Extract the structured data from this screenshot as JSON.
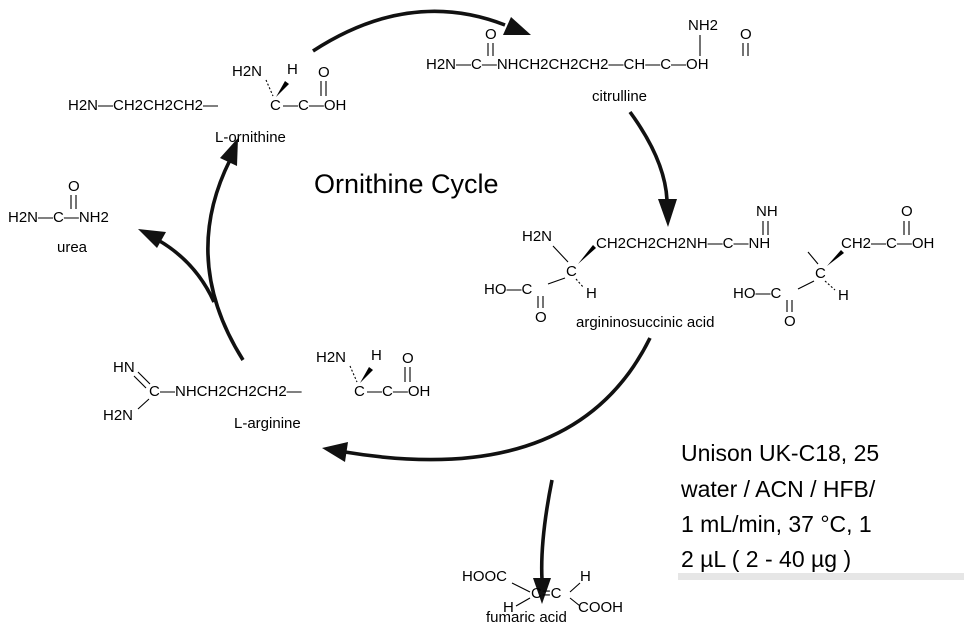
{
  "title": "Ornithine Cycle",
  "compounds": {
    "ornithine": {
      "main_chain": "H2N—CH2CH2CH2—",
      "alpha_c": "C",
      "tail": "—C—OH",
      "amino": "H2N",
      "h": "H",
      "oxo": "O",
      "name": "L-ornithine"
    },
    "citrulline": {
      "main_chain": "H2N—C—NHCH2CH2CH2—CH—C—OH",
      "oxo": "O",
      "amino": "NH2",
      "name": "citrulline"
    },
    "argininosuccinic": {
      "chain": "CH2CH2CH2NH—C—NH",
      "imine": "NH",
      "right_chain": "CH2—C—OH",
      "oxo": "O",
      "amino": "H2N",
      "left_alpha_c": "C",
      "left_h": "H",
      "carboxyl_ho": "HO—C",
      "right_alpha_c": "C",
      "right_h": "H",
      "name": "argininosuccinic acid"
    },
    "urea": {
      "formula": "H2N—C—NH2",
      "oxo": "O",
      "name": "urea"
    },
    "arginine": {
      "imine": "HN",
      "amine": "H2N",
      "c": "C",
      "main_chain": "—NHCH2CH2CH2—",
      "alpha_c": "C",
      "tail": "—C—OH",
      "amino": "H2N",
      "h": "H",
      "oxo": "O",
      "name": "L-arginine"
    },
    "fumaric": {
      "hooc": "HOOC",
      "h": "H",
      "core": "C=C",
      "cooh": "COOH",
      "name": "fumaric  acid"
    }
  },
  "conditions": [
    "Unison UK-C18, 25",
    "water / ACN / HFB/",
    "1 mL/min, 37 °C, 1",
    "2 µL ( 2 - 40 µg )"
  ],
  "colors": {
    "ink": "#000000",
    "arrow": "#111111",
    "underline_bar": "#e6e6e6"
  }
}
